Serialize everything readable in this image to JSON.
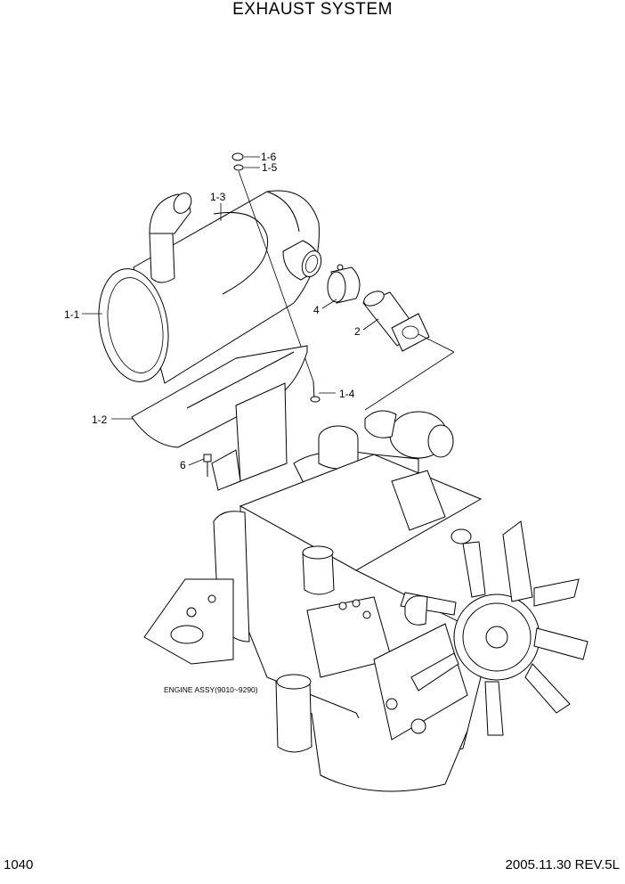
{
  "title": "EXHAUST SYSTEM",
  "footer": {
    "page": "1040",
    "revision": "2005.11.30  REV.5L"
  },
  "engine_label": "ENGINE ASSY(9010~9290)",
  "callouts": {
    "c16": "1-6",
    "c15": "1-5",
    "c13": "1-3",
    "c11": "1-1",
    "c4": "4",
    "c2": "2",
    "c14": "1-4",
    "c12": "1-2",
    "c6": "6"
  }
}
